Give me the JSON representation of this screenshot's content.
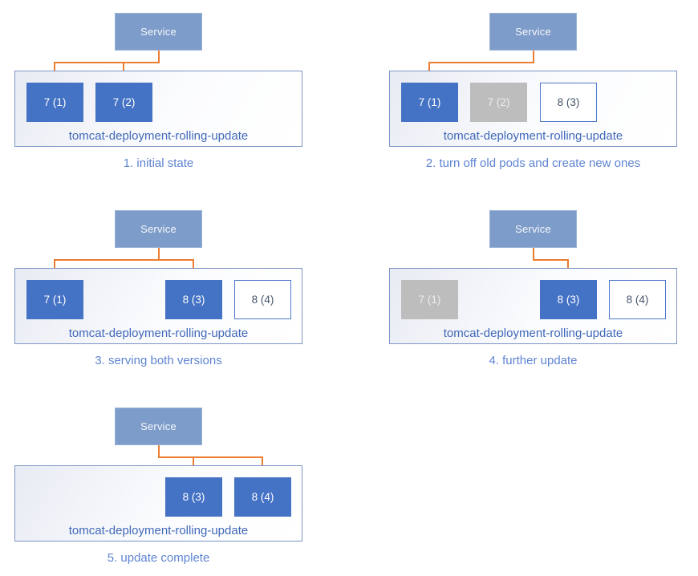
{
  "service_label": "Service",
  "deployment_name": "tomcat-deployment-rolling-update",
  "colors": {
    "pod_active": "#4472C4",
    "pod_terminating": "#BDBDBD",
    "pod_pending_border": "#4E79C9",
    "pod_pending_text": "#44546A",
    "service_fill": "#7E9CC9",
    "service_border": "#9AB3D8",
    "arrow": "#ED7D31",
    "deployment_border": "#7C95C6",
    "deployment_bg": "#E8EBF3",
    "deployment_label_text": "#4068B8",
    "caption_text": "#5E84D2"
  },
  "stages": [
    {
      "caption": "1. initial state",
      "pods": [
        {
          "label": "7 (1)",
          "state": "active",
          "slot": 0
        },
        {
          "label": "7 (2)",
          "state": "active",
          "slot": 1
        }
      ],
      "arrow_targets": [
        0,
        1
      ]
    },
    {
      "caption": "2. turn off old pods and create new ones",
      "pods": [
        {
          "label": "7 (1)",
          "state": "active",
          "slot": 0
        },
        {
          "label": "7 (2)",
          "state": "terminating",
          "slot": 1
        },
        {
          "label": "8 (3)",
          "state": "pending",
          "slot": 2
        }
      ],
      "arrow_targets": [
        0
      ]
    },
    {
      "caption": "3. serving both versions",
      "pods": [
        {
          "label": "7 (1)",
          "state": "active",
          "slot": 0
        },
        {
          "label": "8 (3)",
          "state": "active",
          "slot": 2
        },
        {
          "label": "8 (4)",
          "state": "pending",
          "slot": 3
        }
      ],
      "arrow_targets": [
        0,
        1
      ]
    },
    {
      "caption": "4. further update",
      "pods": [
        {
          "label": "7 (1)",
          "state": "terminating",
          "slot": 0
        },
        {
          "label": "8 (3)",
          "state": "active",
          "slot": 2
        },
        {
          "label": "8 (4)",
          "state": "pending",
          "slot": 3
        }
      ],
      "arrow_targets": [
        1
      ]
    },
    {
      "caption": "5. update complete",
      "pods": [
        {
          "label": "8 (3)",
          "state": "active",
          "slot": 2
        },
        {
          "label": "8 (4)",
          "state": "active",
          "slot": 3
        }
      ],
      "arrow_targets": [
        0,
        1
      ]
    }
  ]
}
